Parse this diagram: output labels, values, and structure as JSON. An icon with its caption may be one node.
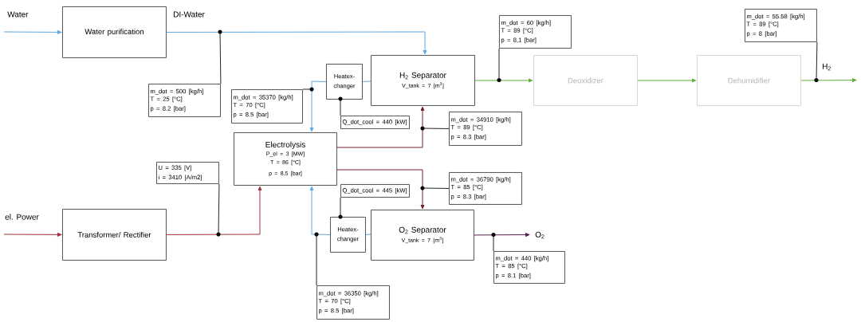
{
  "diagram": {
    "nodes": [
      {
        "text": [
          "Water purification"
        ]
      },
      {
        "text": [
          "Transformer/ Rectifier"
        ]
      },
      {
        "text": [
          "Electrolysis",
          "P_el = 3 [MW]",
          "T = 86 [°C]",
          "p = 8.5 [bar]"
        ]
      },
      {
        "text": [
          "Heatex-changer"
        ]
      },
      {
        "text": [
          "H$_{2}$ Separator",
          "V_tank = 7 [m$^{3}$]"
        ]
      },
      {
        "text": [
          "Deoxidizer"
        ]
      },
      {
        "text": [
          "Dehumidifier"
        ]
      },
      {
        "text": [
          "Heatex-changer"
        ]
      },
      {
        "text": [
          "O$_{2}$ Separator",
          "V_tank = 7 [m$^{3}$]"
        ]
      },
      {
        "text": [
          "m_dot = 500 [kg/h]",
          "T = 25 [°C]",
          "p = 8.2 [bar]"
        ]
      },
      {
        "text": [
          "m_dot = 35370 [kg/h]",
          "T = 70 [°C]",
          "p = 8.5 [bar]"
        ]
      },
      {
        "text": [
          "Q_dot_cool = 440 [kW]"
        ]
      },
      {
        "text": [
          "m_dot = 34910 [kg/h]",
          "T = 89 [°C]",
          "p = 8.3 [bar]"
        ]
      },
      {
        "text": [
          "U = 335 [V]",
          "i = 3410 [A/m2]"
        ]
      },
      {
        "text": [
          "Q_dot_cool = 445 [kW]"
        ]
      },
      {
        "text": [
          "m_dot = 36790 [kg/h]",
          "T = 85 [°C]",
          "p = 8.3 [bar]"
        ]
      },
      {
        "text": [
          "m_dot = 440 [kg/h]",
          "T = 85 [°C]",
          "p = 8.1 [bar]"
        ]
      },
      {
        "text": [
          "m_dot = 36350 [kg/h]",
          "T = 70 [°C]",
          "p = 8.5 [bar]"
        ]
      },
      {
        "text": [
          "m_dot = 60 [kg/h]",
          "T = 89 [°C]",
          "p = 8,1 [bar]"
        ]
      },
      {
        "text": [
          "m_dot = 55.58 [kg/h]",
          "T = 89 [°C]",
          "p = 8 [bar]"
        ]
      }
    ],
    "edges": [
      {
        "from": null,
        "to": 0,
        "arrow": "to",
        "label": "Water",
        "color": "#5aa9e6"
      },
      {
        "from": 0,
        "to": 4,
        "arrow": "to",
        "label": "DI-Water",
        "color": "#5aa9e6"
      },
      {
        "from": null,
        "to": 1,
        "arrow": "to",
        "label": "el. Power",
        "color": "#a3303a"
      },
      {
        "from": 1,
        "to": 2,
        "arrow": "to",
        "color": "#a3303a"
      },
      {
        "from": 2,
        "to": 4,
        "arrow": "to",
        "color": "#6e1f2a"
      },
      {
        "from": 2,
        "to": 8,
        "arrow": "to",
        "color": "#6e1f2a"
      },
      {
        "from": 4,
        "to": 5,
        "arrow": "to",
        "color": "#5fae3b"
      },
      {
        "from": 5,
        "to": 6,
        "arrow": "to",
        "color": "#5fae3b"
      },
      {
        "from": 6,
        "to": null,
        "arrow": "to",
        "label": "H$_{2}$",
        "color": "#5fae3b"
      },
      {
        "from": 8,
        "to": null,
        "arrow": "to",
        "label": "O$_{2}$",
        "color": "#5c1f4a"
      },
      {
        "from": 4,
        "to": 3,
        "arrow": "none",
        "color": "#5aa9e6"
      },
      {
        "from": 3,
        "to": 2,
        "arrow": "to",
        "color": "#5aa9e6"
      },
      {
        "from": 8,
        "to": 7,
        "arrow": "none",
        "color": "#5aa9e6"
      },
      {
        "from": 7,
        "to": 2,
        "arrow": "to",
        "color": "#5aa9e6"
      },
      {
        "from": 9,
        "to": null,
        "arrow": "none"
      },
      {
        "from": 10,
        "to": null,
        "arrow": "none"
      },
      {
        "from": 11,
        "to": 3,
        "arrow": "none"
      },
      {
        "from": 12,
        "to": null,
        "arrow": "none"
      },
      {
        "from": 13,
        "to": null,
        "arrow": "none"
      },
      {
        "from": 14,
        "to": 7,
        "arrow": "none"
      },
      {
        "from": 15,
        "to": null,
        "arrow": "none"
      },
      {
        "from": 16,
        "to": null,
        "arrow": "none"
      },
      {
        "from": 17,
        "to": null,
        "arrow": "none"
      },
      {
        "from": 18,
        "to": null,
        "arrow": "none"
      },
      {
        "from": 19,
        "to": null,
        "arrow": "none"
      }
    ]
  }
}
